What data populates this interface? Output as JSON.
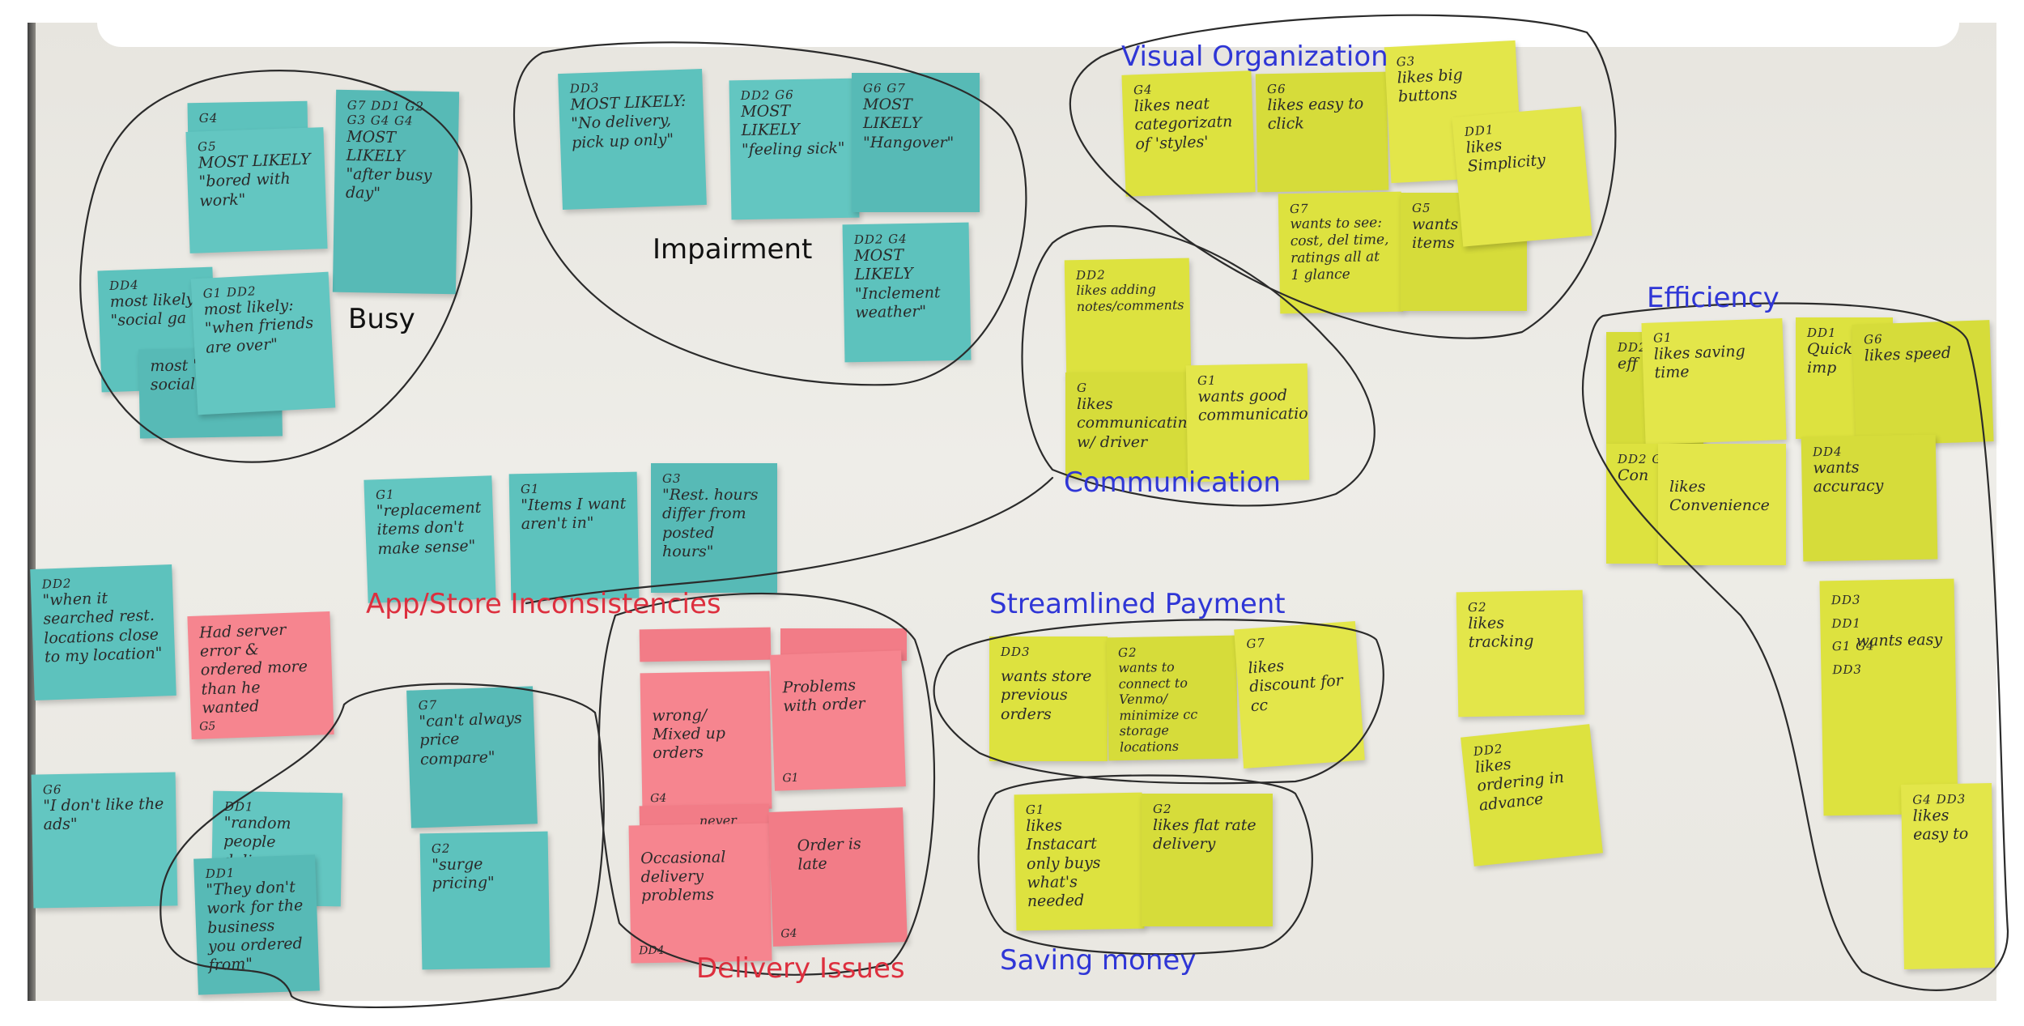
{
  "labels": {
    "visual_organization": "Visual Organization",
    "efficiency": "Efficiency",
    "communication": "Communication",
    "streamlined_payment": "Streamlined Payment",
    "saving_money": "Saving money",
    "busy": "Busy",
    "impairment": "Impairment",
    "app_store": "App/Store Inconsistencies",
    "delivery_issues": "Delivery Issues"
  },
  "colors": {
    "teal": "#5dc2bd",
    "yellow": "#dde23f",
    "pink": "#f6858f",
    "label_blue": "#2f36d6",
    "label_red": "#dd2f3e",
    "loop_ink": "#2b2b2b"
  },
  "busy": [
    {
      "code": "G4",
      "text": ""
    },
    {
      "code": "G5",
      "text": "MOST LIKELY \"bored with work\""
    },
    {
      "code": "G7 DD1 G2 G3 G4 G4",
      "text": "MOST LIKELY \"after busy day\""
    },
    {
      "code": "DD4",
      "text": "most likely: \"social ga"
    },
    {
      "code": "G1 DD2",
      "text": "most likely: \"when friends are over\""
    },
    {
      "code": "",
      "text": "most \"bored social"
    }
  ],
  "impairment": [
    {
      "code": "DD3",
      "text": "MOST LIKELY: \"No delivery, pick up only\""
    },
    {
      "code": "DD2 G6",
      "text": "MOST LIKELY \"feeling sick\""
    },
    {
      "code": "G6 G7",
      "text": "MOST LIKELY \"Hangover\""
    },
    {
      "code": "DD2 G4",
      "text": "MOST LIKELY \"Inclement weather\""
    }
  ],
  "app_store": [
    {
      "code": "G1",
      "text": "\"replacement items don't make sense\""
    },
    {
      "code": "G1",
      "text": "\"Items I want aren't in\""
    },
    {
      "code": "G3",
      "text": "\"Rest. hours differ from posted hours\""
    },
    {
      "code": "DD2",
      "text": "\"when it searched rest. locations close to my location\""
    },
    {
      "code": "G6",
      "text": "\"I don't like the ads\""
    },
    {
      "code": "G7",
      "text": "\"can't always price compare\""
    },
    {
      "code": "G2",
      "text": "\"surge pricing\""
    },
    {
      "code": "DD1",
      "text": "\"random people deliver"
    },
    {
      "code": "DD1",
      "text": "\"They don't work for the business you ordered from\""
    }
  ],
  "delivery": [
    {
      "code": "G5",
      "text": "Had server error & ordered more than he wanted"
    },
    {
      "code": "G4",
      "text": "wrong/ Mixed up orders"
    },
    {
      "code": "G1",
      "text": "Problems with order"
    },
    {
      "code": "DD4",
      "text": "Occasional delivery problems"
    },
    {
      "code": "G4",
      "text": "Order is late"
    },
    {
      "code": "",
      "text": "never"
    }
  ],
  "visual": [
    {
      "code": "G4",
      "text": "likes neat categorizatn of 'styles'"
    },
    {
      "code": "G6",
      "text": "likes easy to click"
    },
    {
      "code": "G3",
      "text": "likes big buttons"
    },
    {
      "code": "DD1",
      "text": "likes Simplicity"
    },
    {
      "code": "G7",
      "text": "wants to see: cost, del time, ratings all at 1 glance"
    },
    {
      "code": "G5",
      "text": "wants pics of items"
    }
  ],
  "communication": [
    {
      "code": "DD2",
      "text": "likes adding notes/comments"
    },
    {
      "code": "G",
      "text": "likes communicating w/ driver"
    },
    {
      "code": "G1",
      "text": "wants good communication"
    }
  ],
  "payment": [
    {
      "code": "DD3",
      "text": "wants store previous orders"
    },
    {
      "code": "G2",
      "text": "wants to connect to Venmo/ minimize cc storage locations"
    },
    {
      "code": "G7",
      "text": "likes discount for cc"
    }
  ],
  "saving": [
    {
      "code": "G1",
      "text": "likes Instacart only buys what's needed"
    },
    {
      "code": "G2",
      "text": "likes flat rate delivery"
    }
  ],
  "loose": [
    {
      "code": "G2",
      "text": "likes tracking"
    },
    {
      "code": "DD2",
      "text": "likes ordering in advance"
    }
  ],
  "efficiency": [
    {
      "code": "DD2",
      "text": "eff"
    },
    {
      "code": "G1",
      "text": "likes saving time"
    },
    {
      "code": "DD1",
      "text": "Quick imp"
    },
    {
      "code": "G6",
      "text": "likes speed"
    },
    {
      "code": "DD2 G7",
      "text": "Con"
    },
    {
      "code": "",
      "text": "likes Convenience"
    },
    {
      "code": "DD4",
      "text": "wants accuracy"
    },
    {
      "code": "DD3 DD1 G1 G4 DD3",
      "text": "wants easy"
    },
    {
      "code": "G4 DD3",
      "text": "likes easy to"
    }
  ]
}
